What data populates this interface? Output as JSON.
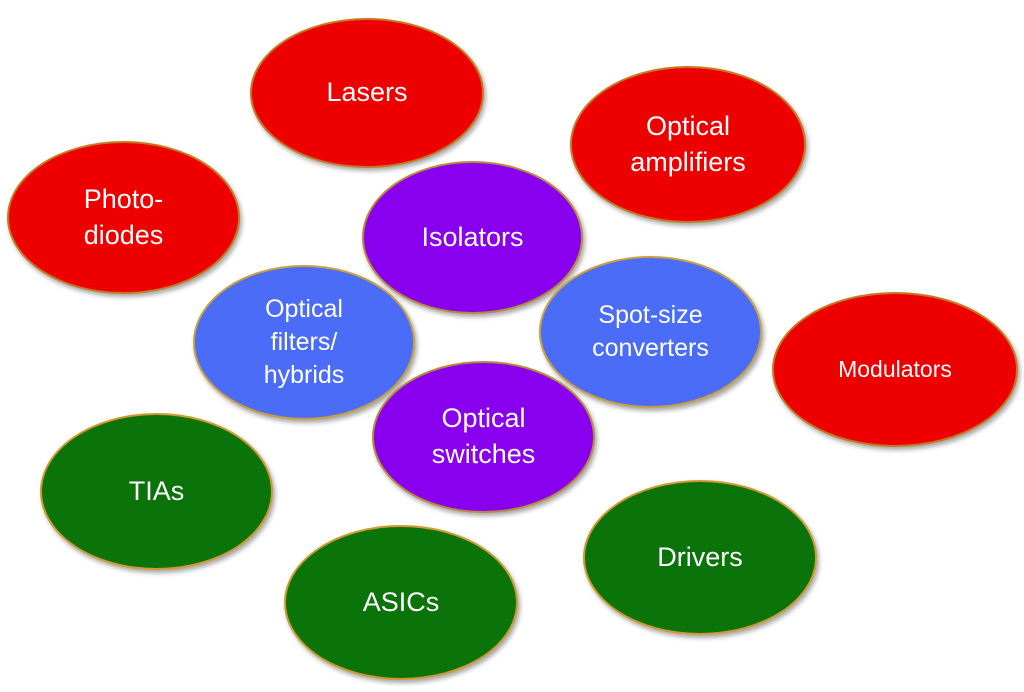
{
  "colors": {
    "red": "#ef0000",
    "red_border": "#c47a1e",
    "purple": "#8800ee",
    "purple_border": "#b98a3a",
    "blue": "#4a6cf7",
    "blue_border": "#c8a040",
    "green": "#0a730a",
    "green_border": "#d09a30",
    "text": "#ffffff"
  },
  "bubbles": {
    "lasers": "Lasers",
    "optical_amplifiers": "Optical\namplifiers",
    "photodiodes": "Photo-\ndiodes",
    "modulators": "Modulators",
    "isolators": "Isolators",
    "optical_filters_hybrids": "Optical\nfilters/\nhybrids",
    "spot_size_converters": "Spot-size\nconverters",
    "optical_switches": "Optical\nswitches",
    "tias": "TIAs",
    "drivers": "Drivers",
    "asics": "ASICs"
  }
}
